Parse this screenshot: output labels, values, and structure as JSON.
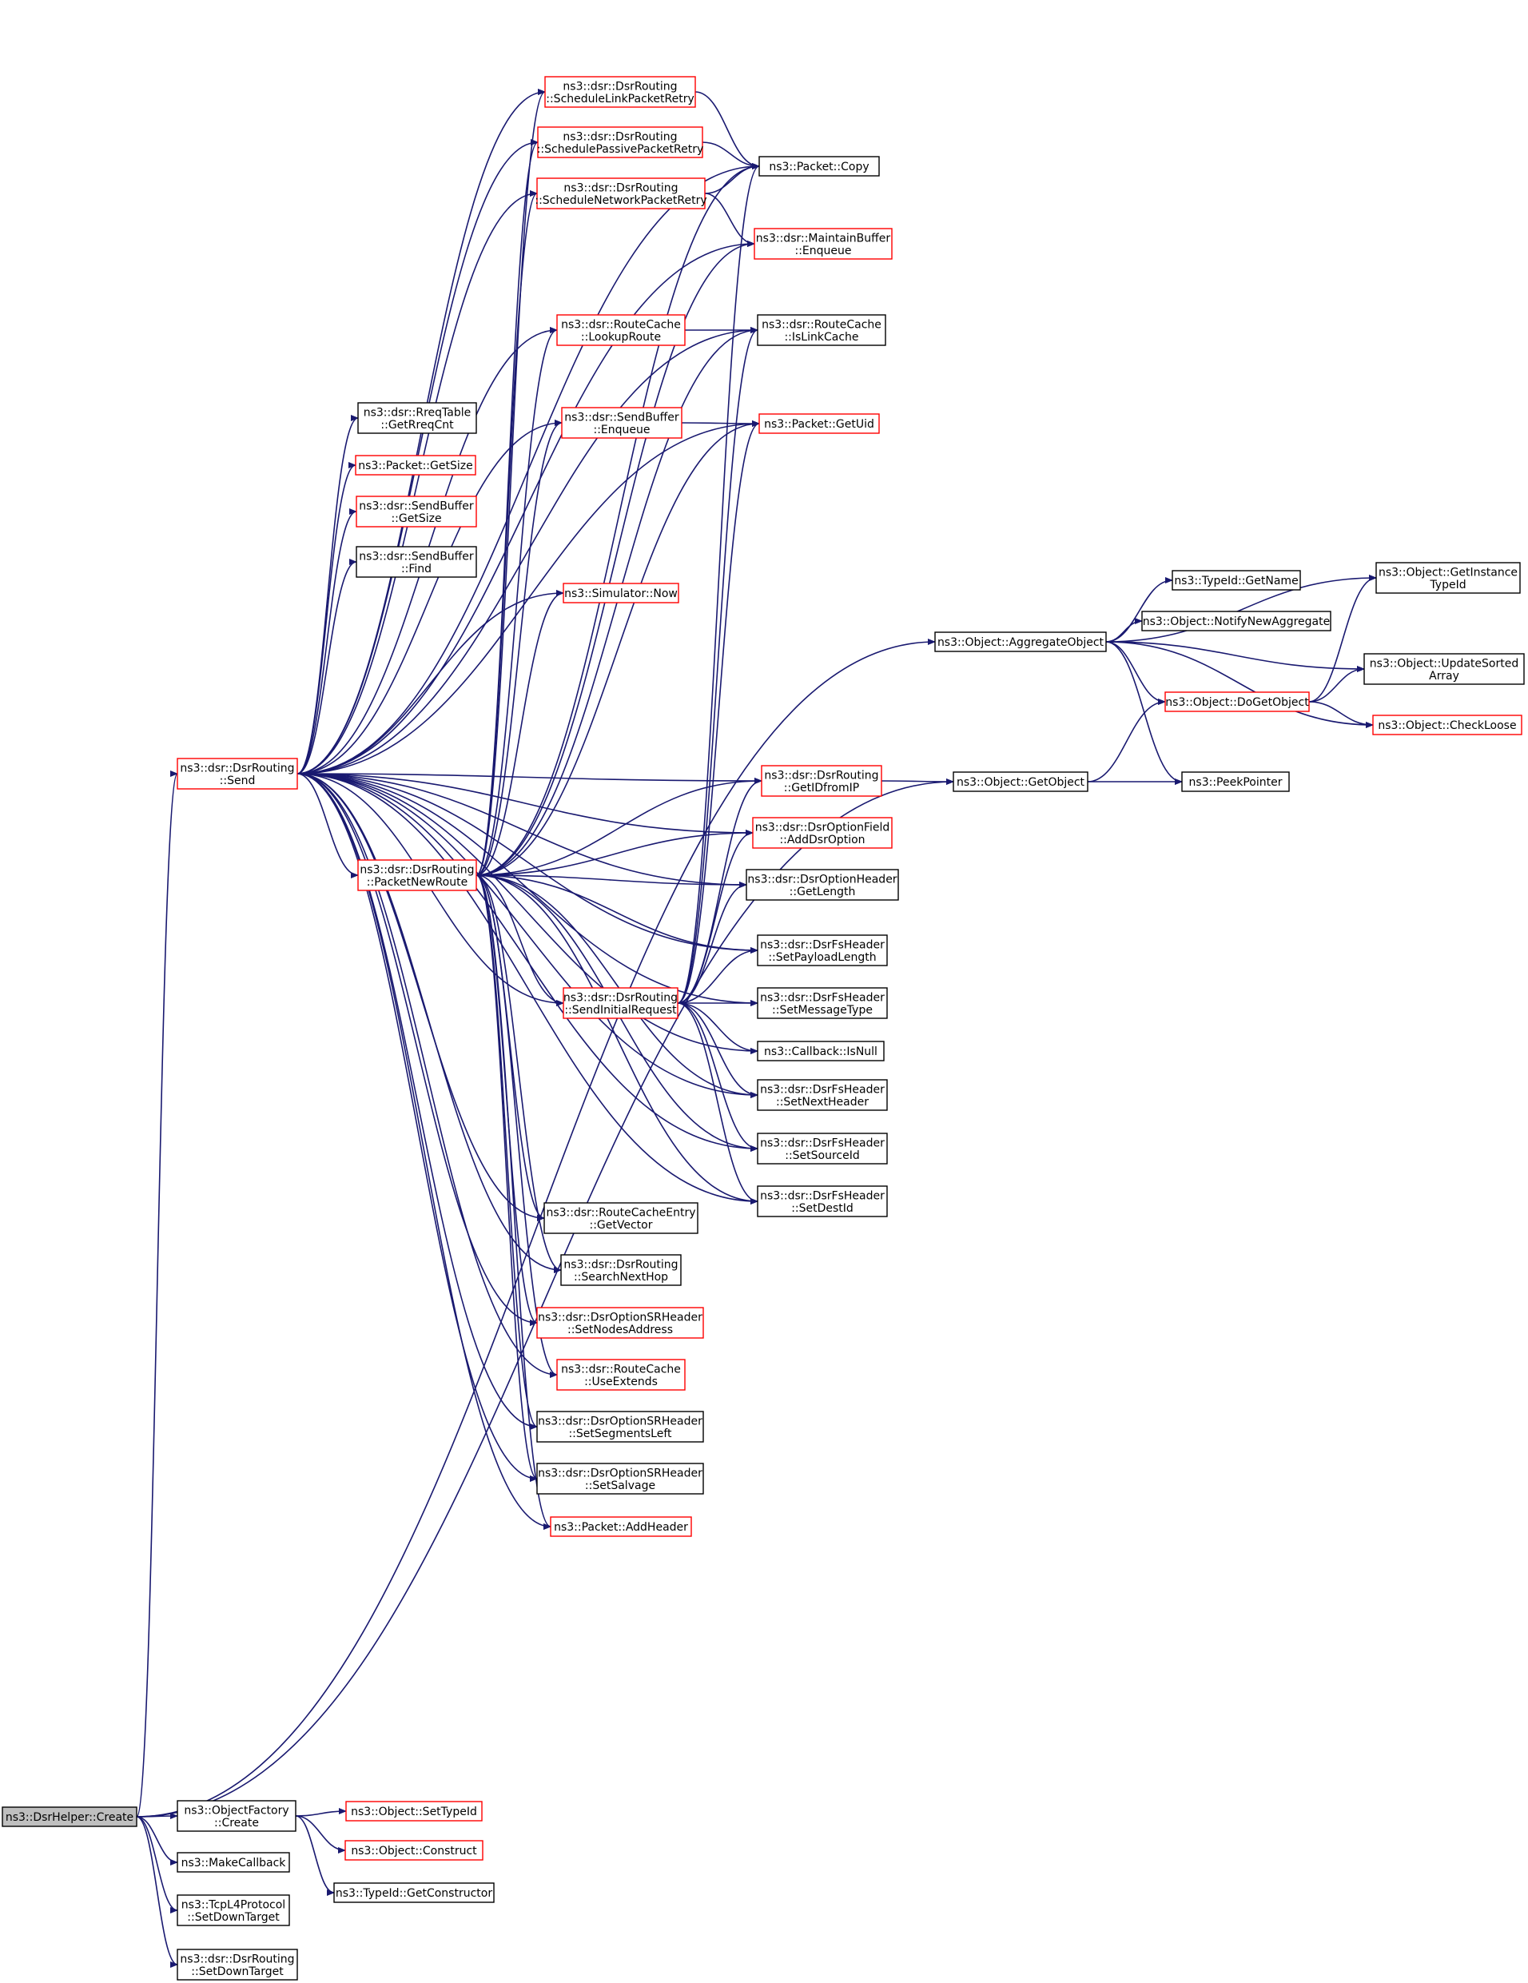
{
  "colors": {
    "edge": "#191970",
    "border_documented": "#000000",
    "border_undocumented": "#ff0000",
    "root_fill": "#bfbfbf",
    "node_fill": "#ffffff"
  },
  "nodes": [
    {
      "id": "root",
      "lines": [
        "ns3::DsrHelper::Create"
      ],
      "style": "root"
    },
    {
      "id": "send",
      "lines": [
        "ns3::dsr::DsrRouting",
        "::Send"
      ],
      "style": "red"
    },
    {
      "id": "pnr",
      "lines": [
        "ns3::dsr::DsrRouting",
        "::PacketNewRoute"
      ],
      "style": "red"
    },
    {
      "id": "sir",
      "lines": [
        "ns3::dsr::DsrRouting",
        "::SendInitialRequest"
      ],
      "style": "red"
    },
    {
      "id": "slpr",
      "lines": [
        "ns3::dsr::DsrRouting",
        "::ScheduleLinkPacketRetry"
      ],
      "style": "red"
    },
    {
      "id": "sppr",
      "lines": [
        "ns3::dsr::DsrRouting",
        "::SchedulePassivePacketRetry"
      ],
      "style": "red"
    },
    {
      "id": "snpr",
      "lines": [
        "ns3::dsr::DsrRouting",
        "::ScheduleNetworkPacketRetry"
      ],
      "style": "red"
    },
    {
      "id": "copy",
      "lines": [
        "ns3::Packet::Copy"
      ],
      "style": "black"
    },
    {
      "id": "mbenq",
      "lines": [
        "ns3::dsr::MaintainBuffer",
        "::Enqueue"
      ],
      "style": "red"
    },
    {
      "id": "lookup",
      "lines": [
        "ns3::dsr::RouteCache",
        "::LookupRoute"
      ],
      "style": "red"
    },
    {
      "id": "islink",
      "lines": [
        "ns3::dsr::RouteCache",
        "::IsLinkCache"
      ],
      "style": "black"
    },
    {
      "id": "rreq",
      "lines": [
        "ns3::dsr::RreqTable",
        "::GetRreqCnt"
      ],
      "style": "black"
    },
    {
      "id": "sbenq",
      "lines": [
        "ns3::dsr::SendBuffer",
        "::Enqueue"
      ],
      "style": "red"
    },
    {
      "id": "getuid",
      "lines": [
        "ns3::Packet::GetUid"
      ],
      "style": "red"
    },
    {
      "id": "pgetsize",
      "lines": [
        "ns3::Packet::GetSize"
      ],
      "style": "red"
    },
    {
      "id": "sbgetsize",
      "lines": [
        "ns3::dsr::SendBuffer",
        "::GetSize"
      ],
      "style": "red"
    },
    {
      "id": "sbfind",
      "lines": [
        "ns3::dsr::SendBuffer",
        "::Find"
      ],
      "style": "black"
    },
    {
      "id": "now",
      "lines": [
        "ns3::Simulator::Now"
      ],
      "style": "red"
    },
    {
      "id": "getid",
      "lines": [
        "ns3::dsr::DsrRouting",
        "::GetIDfromIP"
      ],
      "style": "red"
    },
    {
      "id": "adddsr",
      "lines": [
        "ns3::dsr::DsrOptionField",
        "::AddDsrOption"
      ],
      "style": "red"
    },
    {
      "id": "ohlen",
      "lines": [
        "ns3::dsr::DsrOptionHeader",
        "::GetLength"
      ],
      "style": "black"
    },
    {
      "id": "spl",
      "lines": [
        "ns3::dsr::DsrFsHeader",
        "::SetPayloadLength"
      ],
      "style": "black"
    },
    {
      "id": "smt",
      "lines": [
        "ns3::dsr::DsrFsHeader",
        "::SetMessageType"
      ],
      "style": "black"
    },
    {
      "id": "isnull",
      "lines": [
        "ns3::Callback::IsNull"
      ],
      "style": "black"
    },
    {
      "id": "snh",
      "lines": [
        "ns3::dsr::DsrFsHeader",
        "::SetNextHeader"
      ],
      "style": "black"
    },
    {
      "id": "ssid",
      "lines": [
        "ns3::dsr::DsrFsHeader",
        "::SetSourceId"
      ],
      "style": "black"
    },
    {
      "id": "sdid",
      "lines": [
        "ns3::dsr::DsrFsHeader",
        "::SetDestId"
      ],
      "style": "black"
    },
    {
      "id": "getvec",
      "lines": [
        "ns3::dsr::RouteCacheEntry",
        "::GetVector"
      ],
      "style": "black"
    },
    {
      "id": "snhop",
      "lines": [
        "ns3::dsr::DsrRouting",
        "::SearchNextHop"
      ],
      "style": "black"
    },
    {
      "id": "sna",
      "lines": [
        "ns3::dsr::DsrOptionSRHeader",
        "::SetNodesAddress"
      ],
      "style": "red"
    },
    {
      "id": "useext",
      "lines": [
        "ns3::dsr::RouteCache",
        "::UseExtends"
      ],
      "style": "red"
    },
    {
      "id": "ssl",
      "lines": [
        "ns3::dsr::DsrOptionSRHeader",
        "::SetSegmentsLeft"
      ],
      "style": "black"
    },
    {
      "id": "ssalv",
      "lines": [
        "ns3::dsr::DsrOptionSRHeader",
        "::SetSalvage"
      ],
      "style": "black"
    },
    {
      "id": "addhdr",
      "lines": [
        "ns3::Packet::AddHeader"
      ],
      "style": "red"
    },
    {
      "id": "aggobj",
      "lines": [
        "ns3::Object::AggregateObject"
      ],
      "style": "black"
    },
    {
      "id": "gettid",
      "lines": [
        "ns3::TypeId::GetName"
      ],
      "style": "black"
    },
    {
      "id": "notify",
      "lines": [
        "ns3::Object::NotifyNewAggregate"
      ],
      "style": "black"
    },
    {
      "id": "getinst",
      "lines": [
        "ns3::Object::GetInstance",
        "TypeId"
      ],
      "style": "black"
    },
    {
      "id": "usa",
      "lines": [
        "ns3::Object::UpdateSorted",
        "Array"
      ],
      "style": "black"
    },
    {
      "id": "dogo",
      "lines": [
        "ns3::Object::DoGetObject"
      ],
      "style": "red"
    },
    {
      "id": "checkl",
      "lines": [
        "ns3::Object::CheckLoose"
      ],
      "style": "red"
    },
    {
      "id": "getobj",
      "lines": [
        "ns3::Object::GetObject"
      ],
      "style": "black"
    },
    {
      "id": "peek",
      "lines": [
        "ns3::PeekPointer"
      ],
      "style": "black"
    },
    {
      "id": "ofc",
      "lines": [
        "ns3::ObjectFactory",
        "::Create"
      ],
      "style": "black"
    },
    {
      "id": "settid",
      "lines": [
        "ns3::Object::SetTypeId"
      ],
      "style": "red"
    },
    {
      "id": "construct",
      "lines": [
        "ns3::Object::Construct"
      ],
      "style": "red"
    },
    {
      "id": "getctor",
      "lines": [
        "ns3::TypeId::GetConstructor"
      ],
      "style": "black"
    },
    {
      "id": "makecb",
      "lines": [
        "ns3::MakeCallback"
      ],
      "style": "black"
    },
    {
      "id": "tcp",
      "lines": [
        "ns3::TcpL4Protocol",
        "::SetDownTarget"
      ],
      "style": "black"
    },
    {
      "id": "dsrsdt",
      "lines": [
        "ns3::dsr::DsrRouting",
        "::SetDownTarget"
      ],
      "style": "black"
    }
  ],
  "edges": [
    [
      "root",
      "send"
    ],
    [
      "root",
      "aggobj"
    ],
    [
      "root",
      "getobj"
    ],
    [
      "root",
      "ofc"
    ],
    [
      "root",
      "makecb"
    ],
    [
      "root",
      "tcp"
    ],
    [
      "root",
      "dsrsdt"
    ],
    [
      "ofc",
      "settid"
    ],
    [
      "ofc",
      "construct"
    ],
    [
      "ofc",
      "getctor"
    ],
    [
      "send",
      "slpr"
    ],
    [
      "send",
      "sppr"
    ],
    [
      "send",
      "snpr"
    ],
    [
      "send",
      "copy"
    ],
    [
      "send",
      "mbenq"
    ],
    [
      "send",
      "lookup"
    ],
    [
      "send",
      "islink"
    ],
    [
      "send",
      "rreq"
    ],
    [
      "send",
      "getuid"
    ],
    [
      "send",
      "pgetsize"
    ],
    [
      "send",
      "sbgetsize"
    ],
    [
      "send",
      "sbfind"
    ],
    [
      "send",
      "sbenq"
    ],
    [
      "send",
      "now"
    ],
    [
      "send",
      "getid"
    ],
    [
      "send",
      "pnr"
    ],
    [
      "send",
      "sir"
    ],
    [
      "send",
      "spl"
    ],
    [
      "send",
      "smt"
    ],
    [
      "send",
      "snh"
    ],
    [
      "send",
      "ssid"
    ],
    [
      "send",
      "sdid"
    ],
    [
      "send",
      "getvec"
    ],
    [
      "send",
      "snhop"
    ],
    [
      "send",
      "sna"
    ],
    [
      "send",
      "useext"
    ],
    [
      "send",
      "ssl"
    ],
    [
      "send",
      "ssalv"
    ],
    [
      "send",
      "addhdr"
    ],
    [
      "send",
      "adddsr"
    ],
    [
      "send",
      "ohlen"
    ],
    [
      "send",
      "isnull"
    ],
    [
      "pnr",
      "slpr"
    ],
    [
      "pnr",
      "sppr"
    ],
    [
      "pnr",
      "snpr"
    ],
    [
      "pnr",
      "mbenq"
    ],
    [
      "pnr",
      "lookup"
    ],
    [
      "pnr",
      "islink"
    ],
    [
      "pnr",
      "sbenq"
    ],
    [
      "pnr",
      "now"
    ],
    [
      "pnr",
      "getuid"
    ],
    [
      "pnr",
      "getid"
    ],
    [
      "pnr",
      "adddsr"
    ],
    [
      "pnr",
      "ohlen"
    ],
    [
      "pnr",
      "spl"
    ],
    [
      "pnr",
      "sir"
    ],
    [
      "pnr",
      "snh"
    ],
    [
      "pnr",
      "ssid"
    ],
    [
      "pnr",
      "sdid"
    ],
    [
      "pnr",
      "getvec"
    ],
    [
      "pnr",
      "snhop"
    ],
    [
      "pnr",
      "sna"
    ],
    [
      "pnr",
      "useext"
    ],
    [
      "pnr",
      "ssl"
    ],
    [
      "pnr",
      "ssalv"
    ],
    [
      "pnr",
      "addhdr"
    ],
    [
      "pnr",
      "copy"
    ],
    [
      "sir",
      "getid"
    ],
    [
      "sir",
      "adddsr"
    ],
    [
      "sir",
      "ohlen"
    ],
    [
      "sir",
      "spl"
    ],
    [
      "sir",
      "smt"
    ],
    [
      "sir",
      "isnull"
    ],
    [
      "sir",
      "snh"
    ],
    [
      "sir",
      "ssid"
    ],
    [
      "sir",
      "sdid"
    ],
    [
      "sir",
      "copy"
    ],
    [
      "sir",
      "getuid"
    ],
    [
      "sir",
      "islink"
    ],
    [
      "slpr",
      "copy"
    ],
    [
      "sppr",
      "copy"
    ],
    [
      "snpr",
      "copy"
    ],
    [
      "snpr",
      "mbenq"
    ],
    [
      "lookup",
      "islink"
    ],
    [
      "sbenq",
      "getuid"
    ],
    [
      "getid",
      "getobj"
    ],
    [
      "getobj",
      "dogo"
    ],
    [
      "getobj",
      "peek"
    ],
    [
      "aggobj",
      "gettid"
    ],
    [
      "aggobj",
      "notify"
    ],
    [
      "aggobj",
      "getinst"
    ],
    [
      "aggobj",
      "usa"
    ],
    [
      "aggobj",
      "dogo"
    ],
    [
      "aggobj",
      "checkl"
    ],
    [
      "aggobj",
      "peek"
    ],
    [
      "dogo",
      "getinst"
    ],
    [
      "dogo",
      "usa"
    ],
    [
      "dogo",
      "checkl"
    ]
  ]
}
